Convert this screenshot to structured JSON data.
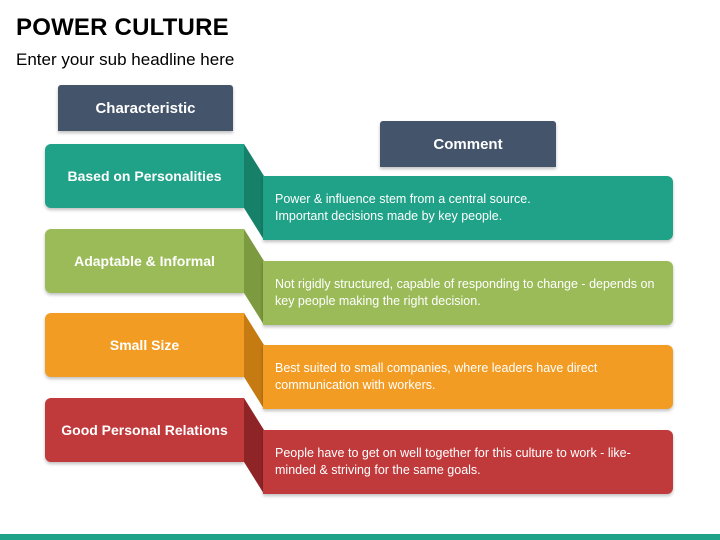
{
  "title": "POWER CULTURE",
  "subtitle": "Enter your sub headline here",
  "headers": {
    "characteristic": "Characteristic",
    "comment": "Comment"
  },
  "rows": [
    {
      "label": "Based on Personalities",
      "comment": "Power & influence stem from a central source.\nImportant decisions made by key people.",
      "color": "#1fa287",
      "fold_color": "#168069"
    },
    {
      "label": "Adaptable & Informal",
      "comment": "Not rigidly structured, capable of responding to change - depends on key people making the right decision.",
      "color": "#9bbb59",
      "fold_color": "#7c9a3f"
    },
    {
      "label": "Small Size",
      "comment": "Best suited to small companies, where leaders have direct communication with workers.",
      "color": "#f29c23",
      "fold_color": "#c57b12"
    },
    {
      "label": "Good Personal Relations",
      "comment": "People have to get on well together for this culture to work - like-minded & striving for the same goals.",
      "color": "#c0393b",
      "fold_color": "#8f2426"
    }
  ],
  "colors": {
    "header": "#44546a",
    "bottom_bar": "#1fa287"
  }
}
